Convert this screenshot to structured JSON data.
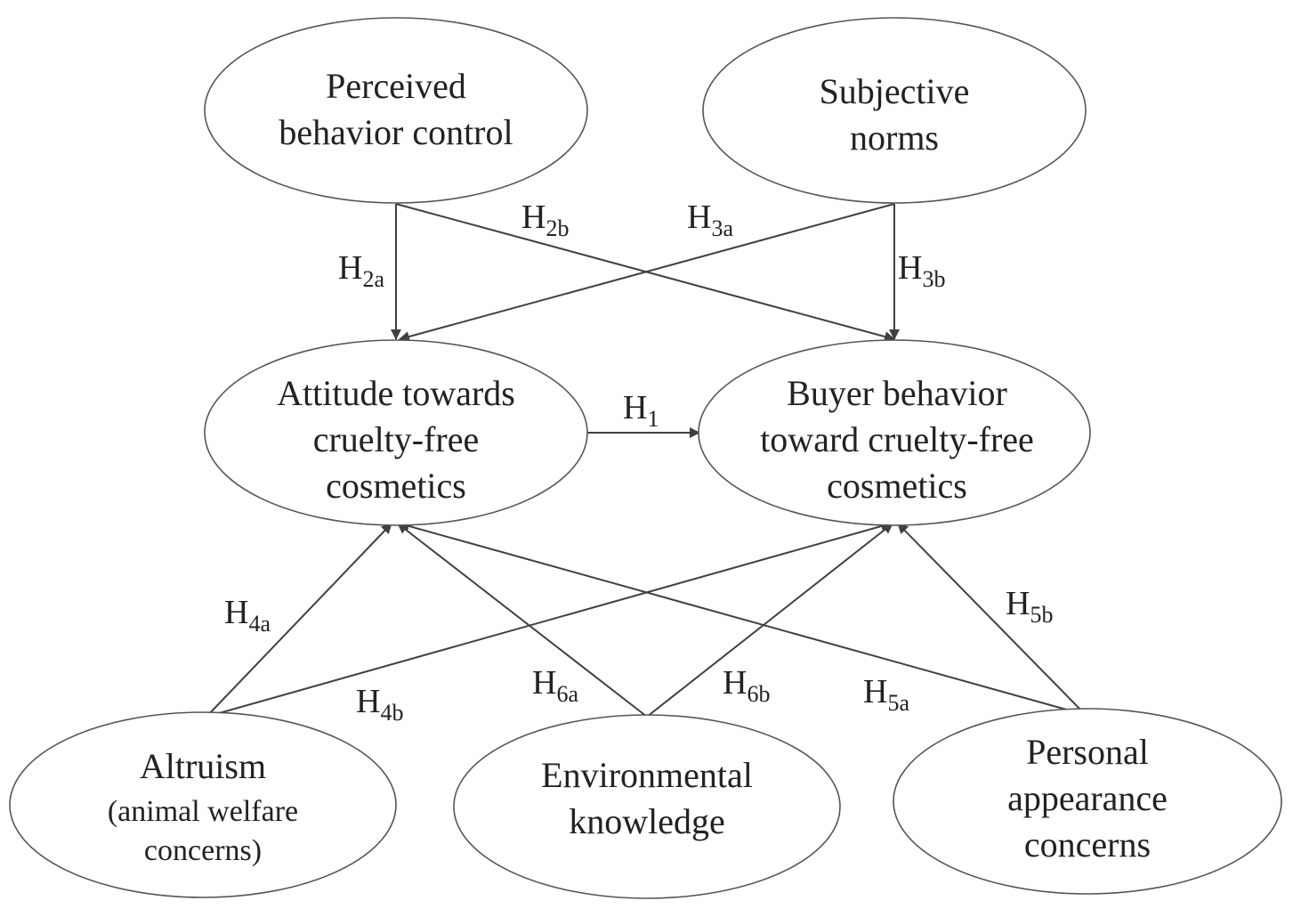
{
  "nodes": {
    "pbc": {
      "lines": [
        "Perceived",
        "behavior control"
      ]
    },
    "sn": {
      "lines": [
        "Subjective",
        "norms"
      ]
    },
    "att": {
      "lines": [
        "Attitude towards",
        "cruelty-free",
        "cosmetics"
      ]
    },
    "bb": {
      "lines": [
        "Buyer behavior",
        "toward cruelty-free",
        "cosmetics"
      ]
    },
    "alt": {
      "lines": [
        "Altruism",
        "(animal welfare",
        "concerns)"
      ]
    },
    "env": {
      "lines": [
        "Environmental",
        "knowledge"
      ]
    },
    "pac": {
      "lines": [
        "Personal",
        "appearance",
        "concerns"
      ]
    }
  },
  "hypotheses": {
    "h1": {
      "main": "H",
      "sub": "1"
    },
    "h2a": {
      "main": "H",
      "sub": "2a"
    },
    "h2b": {
      "main": "H",
      "sub": "2b"
    },
    "h3a": {
      "main": "H",
      "sub": "3a"
    },
    "h3b": {
      "main": "H",
      "sub": "3b"
    },
    "h4a": {
      "main": "H",
      "sub": "4a"
    },
    "h4b": {
      "main": "H",
      "sub": "4b"
    },
    "h5a": {
      "main": "H",
      "sub": "5a"
    },
    "h5b": {
      "main": "H",
      "sub": "5b"
    },
    "h6a": {
      "main": "H",
      "sub": "6a"
    },
    "h6b": {
      "main": "H",
      "sub": "6b"
    }
  },
  "edges": [
    {
      "from": "pbc",
      "to": "att",
      "label": "h2a"
    },
    {
      "from": "pbc",
      "to": "bb",
      "label": "h2b"
    },
    {
      "from": "sn",
      "to": "att",
      "label": "h3a"
    },
    {
      "from": "sn",
      "to": "bb",
      "label": "h3b"
    },
    {
      "from": "att",
      "to": "bb",
      "label": "h1"
    },
    {
      "from": "alt",
      "to": "att",
      "label": "h4a"
    },
    {
      "from": "alt",
      "to": "bb",
      "label": "h4b"
    },
    {
      "from": "env",
      "to": "att",
      "label": "h6a"
    },
    {
      "from": "env",
      "to": "bb",
      "label": "h6b"
    },
    {
      "from": "pac",
      "to": "att",
      "label": "h5a"
    },
    {
      "from": "pac",
      "to": "bb",
      "label": "h5b"
    }
  ],
  "colors": {
    "stroke": "#404040",
    "text": "#222222",
    "background": "#ffffff"
  }
}
